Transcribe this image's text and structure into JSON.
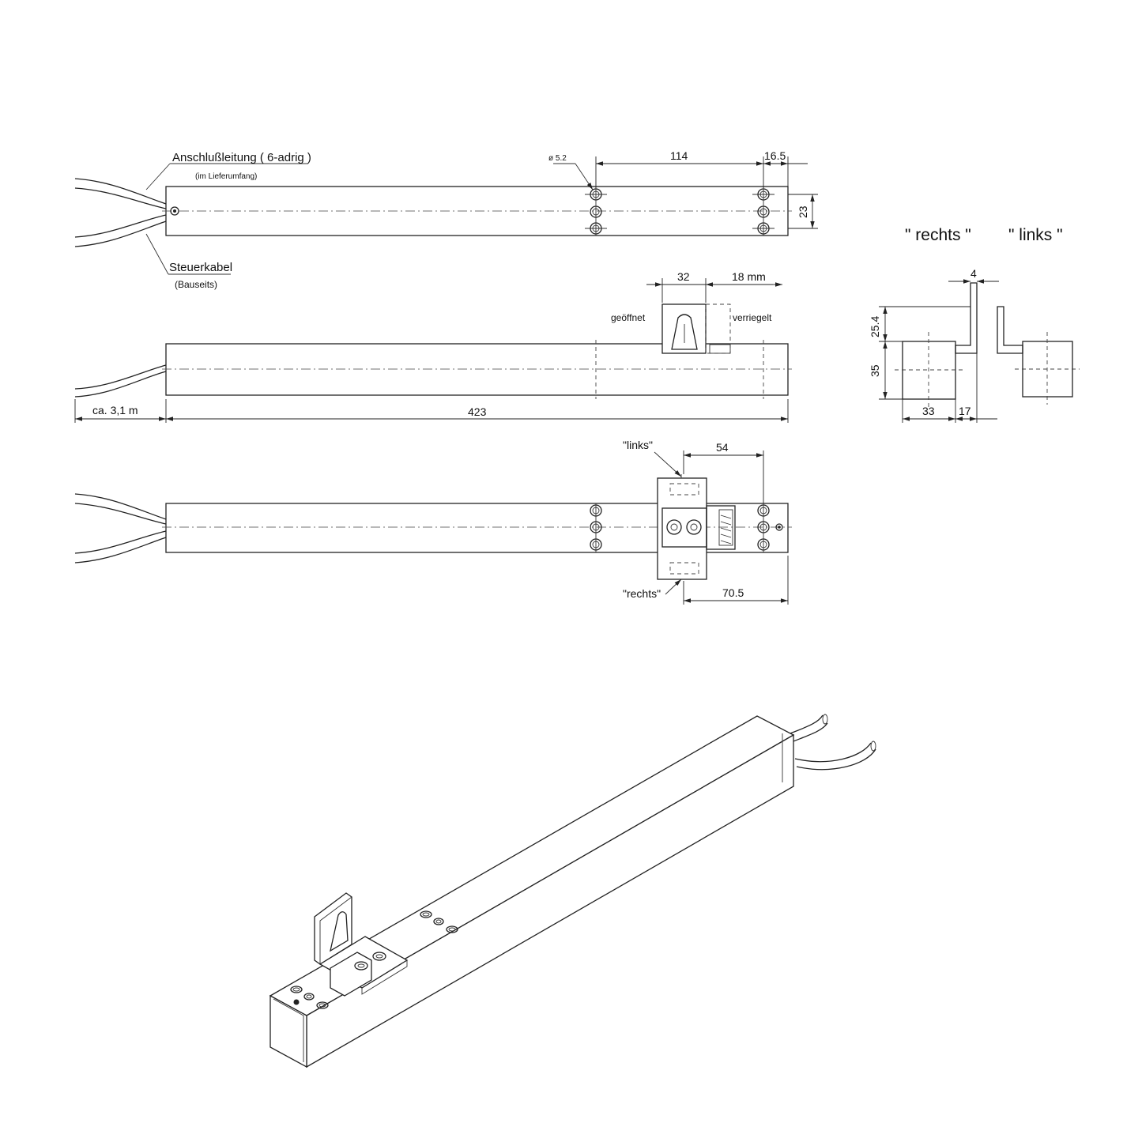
{
  "labels": {
    "connection_cable": "Anschlußleitung ( 6-adrig )",
    "connection_cable_note": "(im Lieferumfang)",
    "control_cable": "Steuerkabel",
    "control_cable_note": "(Bauseits)",
    "opened": "geöffnet",
    "locked": "verriegelt",
    "bracket_left": "\"links\"",
    "bracket_right": "\"rechts\"",
    "view_right": "\" rechts \"",
    "view_left": "\" links \""
  },
  "dimensions": {
    "hole_diameter": "ø 5.2",
    "hole_spacing": "114",
    "end_offset_top": "16.5",
    "width": "23",
    "bolt_width": "32",
    "stroke": "18 mm",
    "cable_length": "ca. 3,1 m",
    "length": "423",
    "bracket_offset_top": "54",
    "bracket_offset_bottom": "70.5",
    "bracket_thickness": "4",
    "bracket_height": "25.4",
    "housing_height": "35",
    "housing_width": "33",
    "bracket_depth": "17"
  }
}
